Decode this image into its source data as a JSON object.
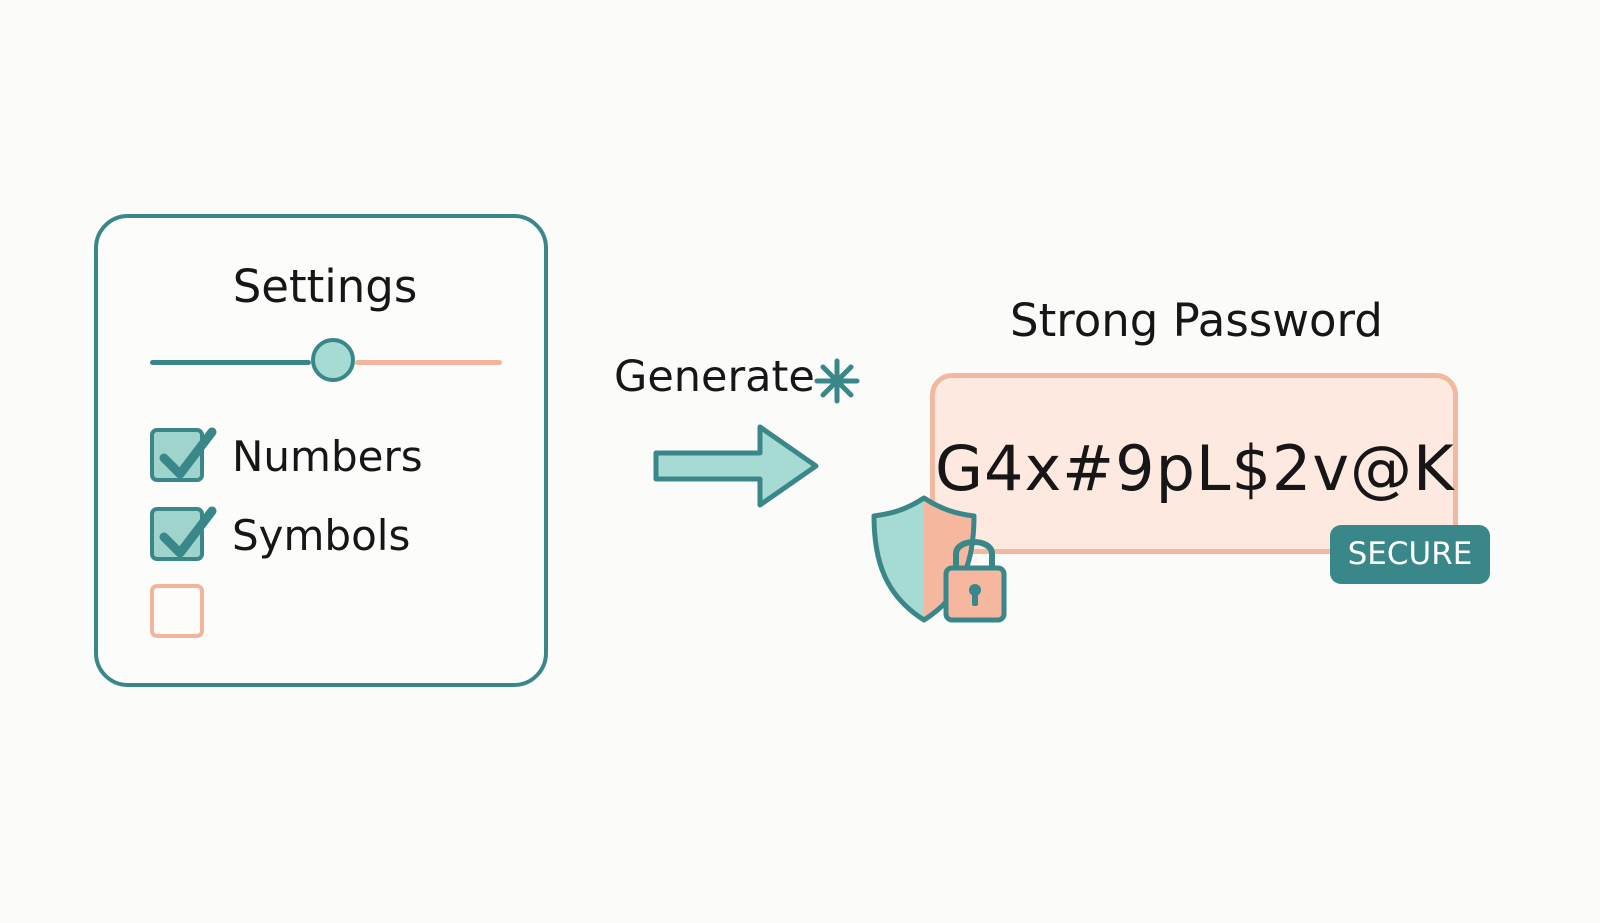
{
  "settings": {
    "title": "Settings",
    "slider_value": 0.52,
    "options": [
      {
        "label": "Numbers",
        "checked": true
      },
      {
        "label": "Symbols",
        "checked": true
      },
      {
        "label": "",
        "checked": false
      }
    ]
  },
  "action": {
    "label": "Generate",
    "icon": "sparkle-icon",
    "arrow_icon": "right-arrow-icon"
  },
  "result": {
    "title": "Strong Password",
    "password": "G4x#9pL$2v@K",
    "badge": "SECURE",
    "icon": "shield-lock-icon"
  },
  "colors": {
    "teal": "#3a8789",
    "teal_light": "#a6dbd4",
    "peach": "#f0b59c",
    "peach_light": "#fde9df"
  }
}
